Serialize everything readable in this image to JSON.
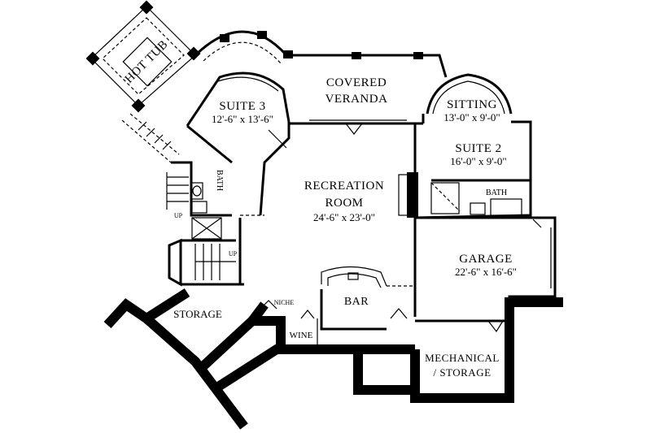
{
  "rooms": {
    "hot_tub": "HOT TUB",
    "covered_veranda_line1": "COVERED",
    "covered_veranda_line2": "VERANDA",
    "suite3": {
      "name": "SUITE 3",
      "dims": "12'-6\" x 13'-6\""
    },
    "sitting": {
      "name": "SITTING",
      "dims": "13'-0\" x 9'-0\""
    },
    "suite2": {
      "name": "SUITE 2",
      "dims": "16'-0\" x 9'-0\""
    },
    "recreation_line1": "RECREATION",
    "recreation_line2": "ROOM",
    "recreation_dims": "24'-6\" x 23'-0\"",
    "bath_left": "BATH",
    "bath_right": "BATH",
    "garage": {
      "name": "GARAGE",
      "dims": "22'-6\" x 16'-6\""
    },
    "storage": "STORAGE",
    "niche": "NICHE",
    "bar": "BAR",
    "wine": "WINE",
    "mechanical_line1": "MECHANICAL",
    "mechanical_line2": "/ STORAGE",
    "up_lower": "UP",
    "up_upper": "UP"
  }
}
